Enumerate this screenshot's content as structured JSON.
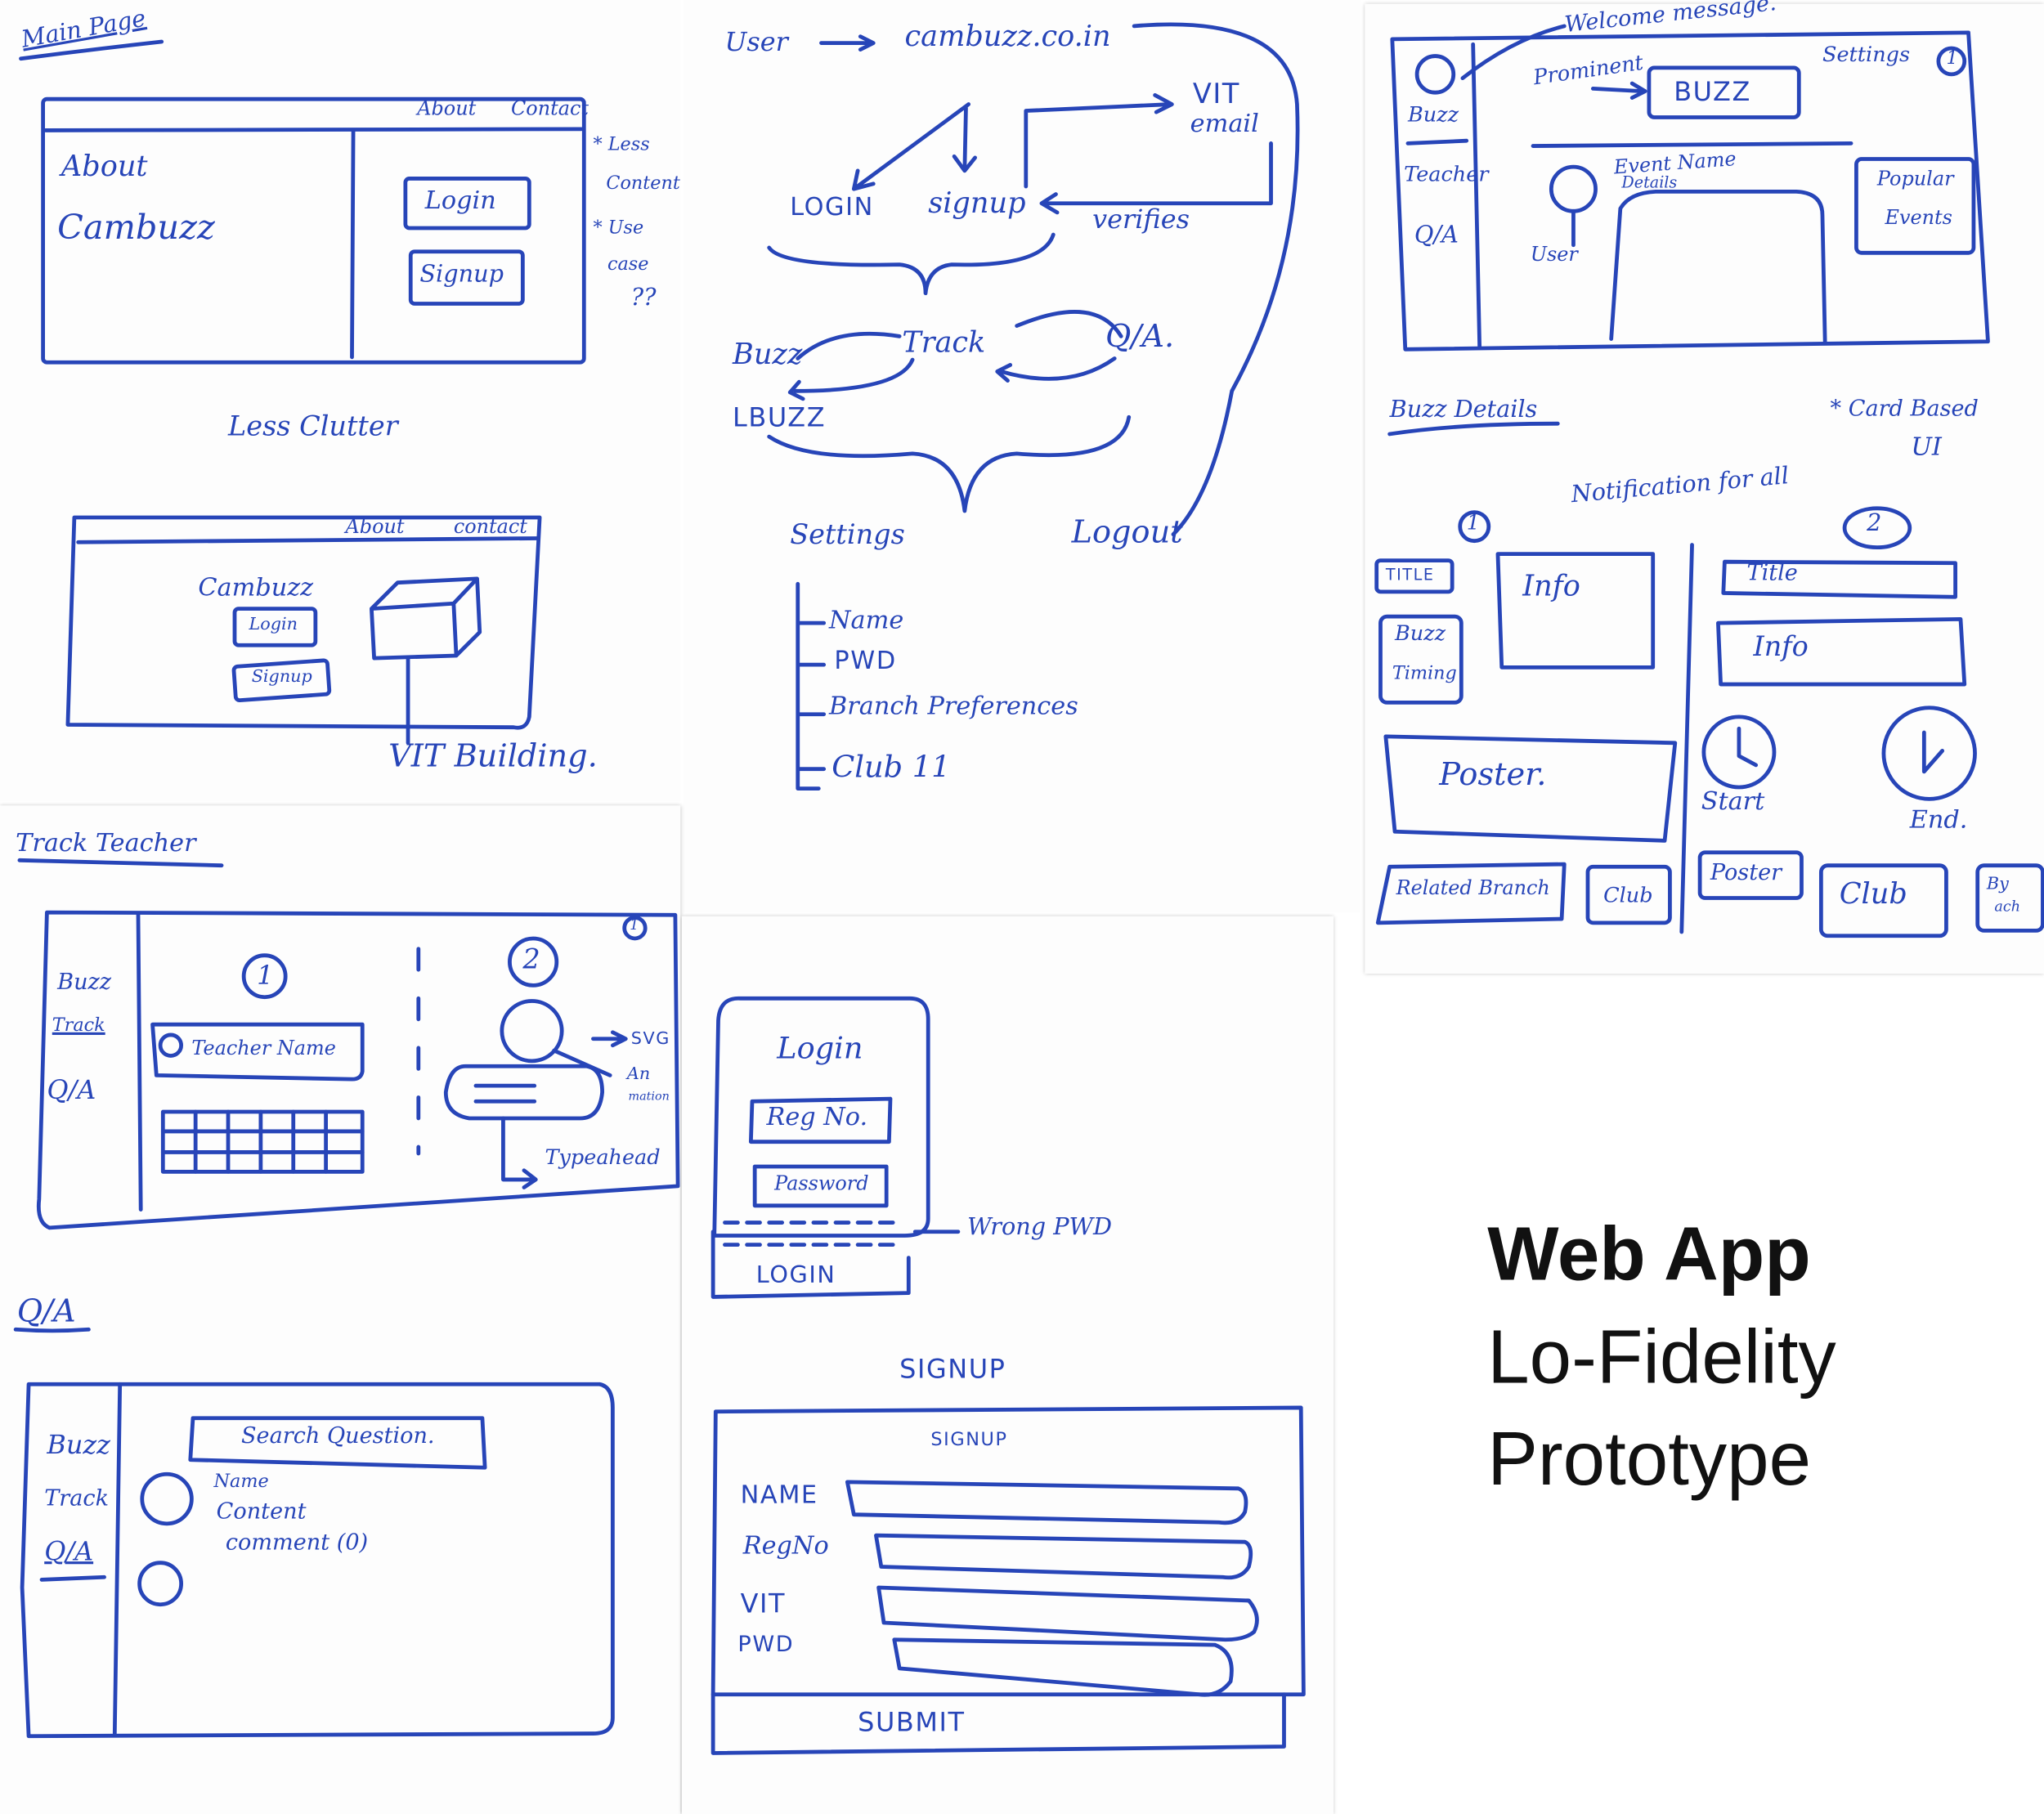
{
  "caption": {
    "line1": "Web App",
    "line2": "Lo-Fidelity",
    "line3": "Prototype"
  },
  "colors": {
    "ink": "#2745b8",
    "paper": "#fdfdfd",
    "caption": "#111111"
  },
  "main_page": {
    "title": "Main Page",
    "nav_about": "About",
    "nav_contact": "Contact",
    "about_text": "About",
    "brand": "Cambuzz",
    "login_button": "Login",
    "signup_button": "Signup",
    "notes": [
      "* Less",
      "Content",
      "* Use",
      "case",
      "??"
    ],
    "less_clutter": "Less Clutter",
    "alt_nav_about": "About",
    "alt_nav_contact": "contact",
    "alt_brand": "Cambuzz",
    "alt_login": "Login",
    "alt_signup": "Signup",
    "vit_building": "VIT Building."
  },
  "flow": {
    "user": "User",
    "domain": "cambuzz.co.in",
    "vit_email": [
      "VIT",
      "email"
    ],
    "login": "LOGIN",
    "signup": "signup",
    "verifies": "verifies",
    "buzz": "Buzz",
    "track": "Track",
    "qa": "Q/A.",
    "lbuzz": "LBUZZ",
    "settings": "Settings",
    "logout": "Logout",
    "settings_items": [
      "Name",
      "PWD",
      "Branch Preferences",
      "Club  11"
    ]
  },
  "dashboard": {
    "welcome": "Welcome message.",
    "prominent": "Prominent",
    "buzz_box": "BUZZ",
    "settings": "Settings",
    "settings_num": "1",
    "nav": [
      "Buzz",
      "Teacher",
      "Q/A"
    ],
    "event_name": "Event Name",
    "details": "Details",
    "user": "User",
    "popular_events": [
      "Popular",
      "Events"
    ]
  },
  "buzz_details": {
    "title": "Buzz Details",
    "card_ui": [
      "* Card Based",
      "UI"
    ],
    "notification": "Notification for all",
    "num1": "1",
    "num2": "2",
    "title_label": "TITLE",
    "info": "Info",
    "buzz_timing": [
      "Buzz",
      "Timing"
    ],
    "poster": "Poster.",
    "related_branch": "Related Branch",
    "club": "Club",
    "title2": "Title",
    "info2": "Info",
    "start": "Start",
    "end": "End.",
    "poster2": "Poster",
    "club2": "Club",
    "by": [
      "By",
      "ach"
    ]
  },
  "track_teacher": {
    "title": "Track Teacher",
    "nav": [
      "Buzz",
      "Track",
      "Q/A"
    ],
    "num1": "1",
    "num2": "2",
    "corner_num": "1",
    "search": "Teacher Name",
    "svg": "SVG",
    "anim": [
      "An",
      "mation"
    ],
    "typeahead": "Typeahead"
  },
  "qa": {
    "title": "Q/A",
    "nav": [
      "Buzz",
      "Track",
      "Q/A"
    ],
    "search": "Search Question.",
    "lines": [
      "Name",
      "Content",
      "comment (0)"
    ]
  },
  "login": {
    "title": "Login",
    "reg_field": "Reg No.",
    "password_field": "Password",
    "wrong_pwd": "Wrong PWD",
    "login_button": "LOGIN"
  },
  "signup": {
    "heading": "SIGNUP",
    "inner_heading": "SIGNUP",
    "labels": [
      "NAME",
      "RegNo",
      "VIT",
      "PWD"
    ],
    "submit": "SUBMIT"
  }
}
